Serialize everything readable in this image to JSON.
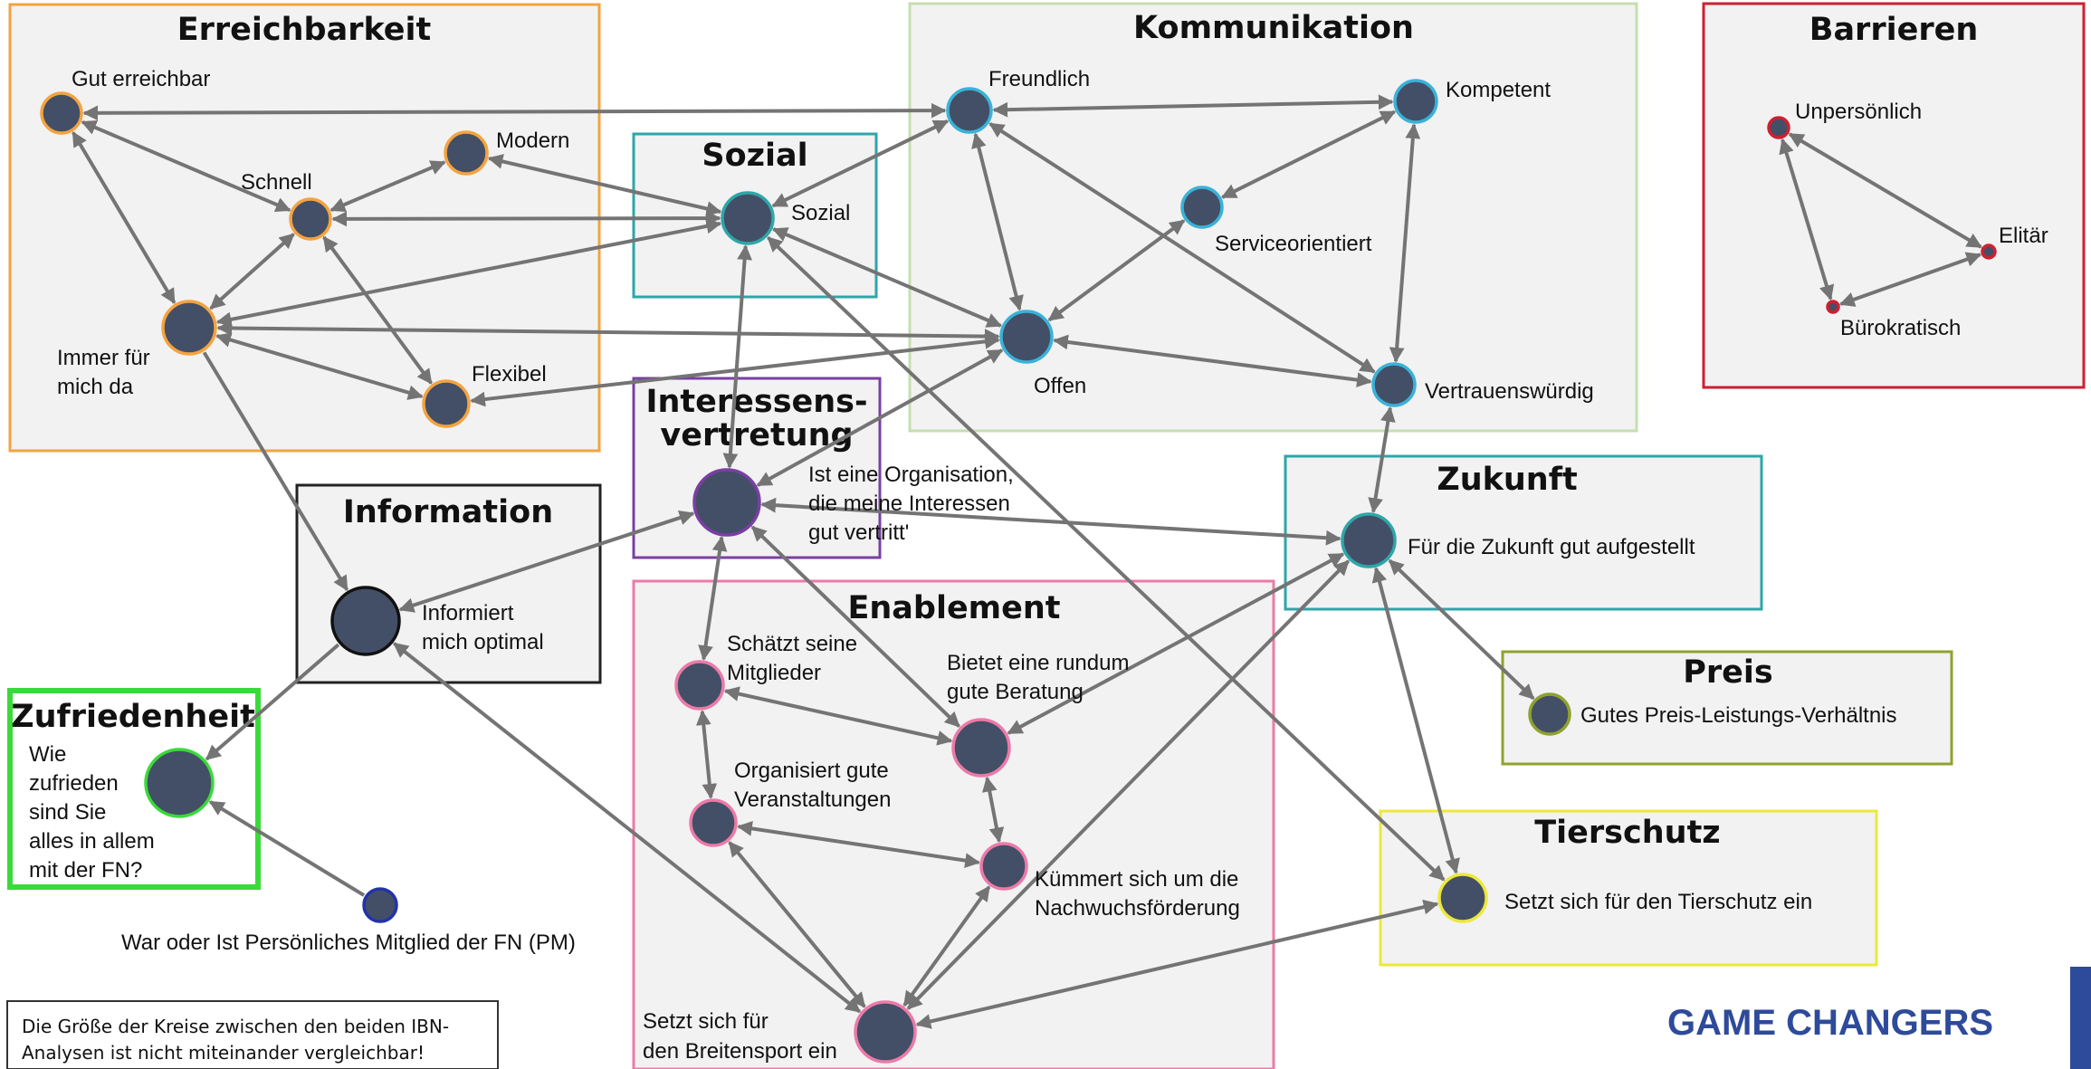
{
  "colors": {
    "node_fill": "#434f66",
    "edge": "#747474",
    "group_fill": "#f2f2f2",
    "brand": "#2e4a9a"
  },
  "groups": [
    {
      "id": "erreichbarkeit",
      "title": "Erreichbarkeit",
      "border": "#f4a340",
      "fill": "#f2f2f2"
    },
    {
      "id": "kommunikation",
      "title": "Kommunikation",
      "border": "#c5deb0",
      "fill": "#f2f2f2"
    },
    {
      "id": "barrieren",
      "title": "Barrieren",
      "border": "#d01f2f",
      "fill": "#f2f2f2"
    },
    {
      "id": "sozial",
      "title": "Sozial",
      "border": "#2ea6a8",
      "fill": "#f2f2f2"
    },
    {
      "id": "interessen",
      "title": [
        "Interessens-",
        "vertretung"
      ],
      "border": "#7a3fa3",
      "fill": "#f2f2f2"
    },
    {
      "id": "information",
      "title": "Information",
      "border": "#222222",
      "fill": "#f2f2f2"
    },
    {
      "id": "zukunft",
      "title": "Zukunft",
      "border": "#2ea6a8",
      "fill": "#f2f2f2"
    },
    {
      "id": "enablement",
      "title": "Enablement",
      "border": "#ec7aa8",
      "fill": "#f2f2f2"
    },
    {
      "id": "preis",
      "title": "Preis",
      "border": "#8ea22f",
      "fill": "#f2f2f2"
    },
    {
      "id": "tierschutz",
      "title": "Tierschutz",
      "border": "#ece83a",
      "fill": "#f2f2f2"
    },
    {
      "id": "zufriedenheit",
      "title": "Zufriedenheit",
      "border": "#3ada3a",
      "fill": "#ffffff"
    }
  ],
  "nodes": [
    {
      "id": "gut_erreichbar",
      "label": [
        "Gut erreichbar"
      ],
      "ring": "#f4a340"
    },
    {
      "id": "schnell",
      "label": [
        "Schnell"
      ],
      "ring": "#f4a340"
    },
    {
      "id": "modern",
      "label": [
        "Modern"
      ],
      "ring": "#f4a340"
    },
    {
      "id": "immer",
      "label": [
        "Immer für",
        "mich da"
      ],
      "ring": "#f4a340"
    },
    {
      "id": "flexibel",
      "label": [
        "Flexibel"
      ],
      "ring": "#f4a340"
    },
    {
      "id": "sozial",
      "label": [
        "Sozial"
      ],
      "ring": "#2ea6a8"
    },
    {
      "id": "freundlich",
      "label": [
        "Freundlich"
      ],
      "ring": "#3ab2d8"
    },
    {
      "id": "kompetent",
      "label": [
        "Kompetent"
      ],
      "ring": "#3ab2d8"
    },
    {
      "id": "service",
      "label": [
        "Serviceorientiert"
      ],
      "ring": "#3ab2d8"
    },
    {
      "id": "offen",
      "label": [
        "Offen"
      ],
      "ring": "#3ab2d8"
    },
    {
      "id": "vertrauen",
      "label": [
        "Vertrauenswürdig"
      ],
      "ring": "#3ab2d8"
    },
    {
      "id": "unpersoenlich",
      "label": [
        "Unpersönlich"
      ],
      "ring": "#d01f2f"
    },
    {
      "id": "elitaer",
      "label": [
        "Elitär"
      ],
      "ring": "#d01f2f"
    },
    {
      "id": "buerokratisch",
      "label": [
        "Bürokratisch"
      ],
      "ring": "#d01f2f"
    },
    {
      "id": "interessen",
      "label": [
        "Ist eine Organisation,",
        "die meine Interessen",
        "gut vertritt'"
      ],
      "ring": "#7a3fa3"
    },
    {
      "id": "informiert",
      "label": [
        "Informiert",
        "mich optimal"
      ],
      "ring": "#111111"
    },
    {
      "id": "zukunft",
      "label": [
        "Für die Zukunft gut aufgestellt"
      ],
      "ring": "#2ea6a8"
    },
    {
      "id": "schaetzt",
      "label": [
        "Schätzt seine",
        "Mitglieder"
      ],
      "ring": "#ec7aa8"
    },
    {
      "id": "beratung",
      "label": [
        "Bietet eine rundum",
        "gute Beratung"
      ],
      "ring": "#ec7aa8"
    },
    {
      "id": "veranstaltungen",
      "label": [
        "Organisiert gute",
        "Veranstaltungen"
      ],
      "ring": "#ec7aa8"
    },
    {
      "id": "nachwuchs",
      "label": [
        "Kümmert sich um die",
        "Nachwuchsförderung"
      ],
      "ring": "#ec7aa8"
    },
    {
      "id": "breitensport",
      "label": [
        "Setzt sich für",
        "den Breitensport ein"
      ],
      "ring": "#ec7aa8"
    },
    {
      "id": "preis",
      "label": [
        "Gutes Preis-Leistungs-Verhältnis"
      ],
      "ring": "#8ea22f"
    },
    {
      "id": "tierschutz",
      "label": [
        "Setzt sich für den Tierschutz ein"
      ],
      "ring": "#ece83a"
    },
    {
      "id": "zufrieden",
      "label": [
        "Wie",
        "zufrieden",
        "sind Sie",
        "alles in allem",
        "mit der FN?"
      ],
      "ring": "#3ada3a"
    },
    {
      "id": "pm",
      "label": [
        "War oder Ist Persönliches Mitglied der FN (PM)"
      ],
      "ring": "#2233aa"
    }
  ],
  "edges": [
    {
      "from": "gut_erreichbar",
      "to": "freundlich"
    },
    {
      "from": "gut_erreichbar",
      "to": "schnell"
    },
    {
      "from": "gut_erreichbar",
      "to": "immer"
    },
    {
      "from": "schnell",
      "to": "modern"
    },
    {
      "from": "schnell",
      "to": "sozial"
    },
    {
      "from": "schnell",
      "to": "immer"
    },
    {
      "from": "schnell",
      "to": "flexibel"
    },
    {
      "from": "modern",
      "to": "sozial"
    },
    {
      "from": "immer",
      "to": "sozial"
    },
    {
      "from": "immer",
      "to": "offen"
    },
    {
      "from": "immer",
      "to": "flexibel"
    },
    {
      "from": "immer",
      "to": "informiert",
      "dir": "to"
    },
    {
      "from": "flexibel",
      "to": "offen"
    },
    {
      "from": "sozial",
      "to": "freundlich"
    },
    {
      "from": "sozial",
      "to": "offen"
    },
    {
      "from": "sozial",
      "to": "interessen"
    },
    {
      "from": "sozial",
      "to": "tierschutz"
    },
    {
      "from": "freundlich",
      "to": "kompetent"
    },
    {
      "from": "freundlich",
      "to": "offen"
    },
    {
      "from": "freundlich",
      "to": "vertrauen"
    },
    {
      "from": "kompetent",
      "to": "service"
    },
    {
      "from": "kompetent",
      "to": "vertrauen"
    },
    {
      "from": "service",
      "to": "offen"
    },
    {
      "from": "offen",
      "to": "vertrauen"
    },
    {
      "from": "offen",
      "to": "interessen"
    },
    {
      "from": "vertrauen",
      "to": "zukunft"
    },
    {
      "from": "unpersoenlich",
      "to": "elitaer"
    },
    {
      "from": "unpersoenlich",
      "to": "buerokratisch"
    },
    {
      "from": "buerokratisch",
      "to": "elitaer"
    },
    {
      "from": "interessen",
      "to": "zukunft"
    },
    {
      "from": "interessen",
      "to": "informiert"
    },
    {
      "from": "interessen",
      "to": "schaetzt"
    },
    {
      "from": "interessen",
      "to": "beratung"
    },
    {
      "from": "informiert",
      "to": "zufrieden",
      "dir": "to"
    },
    {
      "from": "informiert",
      "to": "breitensport"
    },
    {
      "from": "zukunft",
      "to": "beratung"
    },
    {
      "from": "zukunft",
      "to": "breitensport"
    },
    {
      "from": "zukunft",
      "to": "preis"
    },
    {
      "from": "zukunft",
      "to": "tierschutz"
    },
    {
      "from": "schaetzt",
      "to": "beratung"
    },
    {
      "from": "schaetzt",
      "to": "veranstaltungen"
    },
    {
      "from": "beratung",
      "to": "nachwuchs"
    },
    {
      "from": "veranstaltungen",
      "to": "nachwuchs"
    },
    {
      "from": "veranstaltungen",
      "to": "breitensport"
    },
    {
      "from": "nachwuchs",
      "to": "breitensport"
    },
    {
      "from": "breitensport",
      "to": "tierschutz"
    },
    {
      "from": "pm",
      "to": "zufrieden",
      "dir": "to"
    }
  ],
  "note": {
    "lines": [
      "Die Größe der Kreise zwischen den beiden IBN-",
      "Analysen ist nicht miteinander vergleichbar!"
    ]
  },
  "brand": {
    "text": "GAME CHANGERS"
  }
}
